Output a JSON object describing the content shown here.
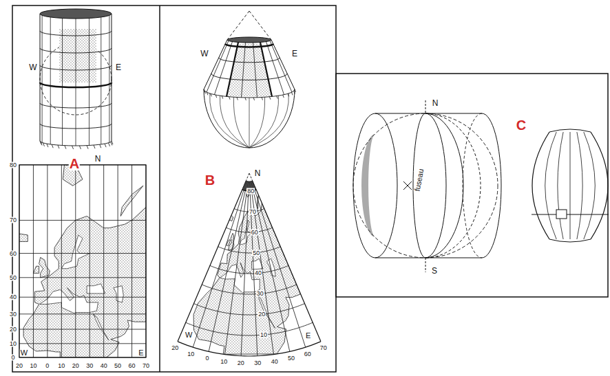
{
  "diagram": {
    "labels": [
      "W",
      "E",
      "A",
      "N",
      "80",
      "70",
      "60",
      "50",
      "40",
      "30",
      "20",
      "10",
      "0",
      "W",
      "20",
      "10",
      "0",
      "10",
      "20",
      "30",
      "40",
      "50",
      "60",
      "70",
      "E",
      "W",
      "E",
      "B",
      "N",
      "80",
      "70",
      "60",
      "50",
      "40",
      "30",
      "20",
      "10",
      "20",
      "10",
      "0",
      "10",
      "20",
      "30",
      "40",
      "50",
      "60",
      "70",
      "W",
      "E",
      "N",
      "C",
      "fuseau",
      "S"
    ]
  }
}
